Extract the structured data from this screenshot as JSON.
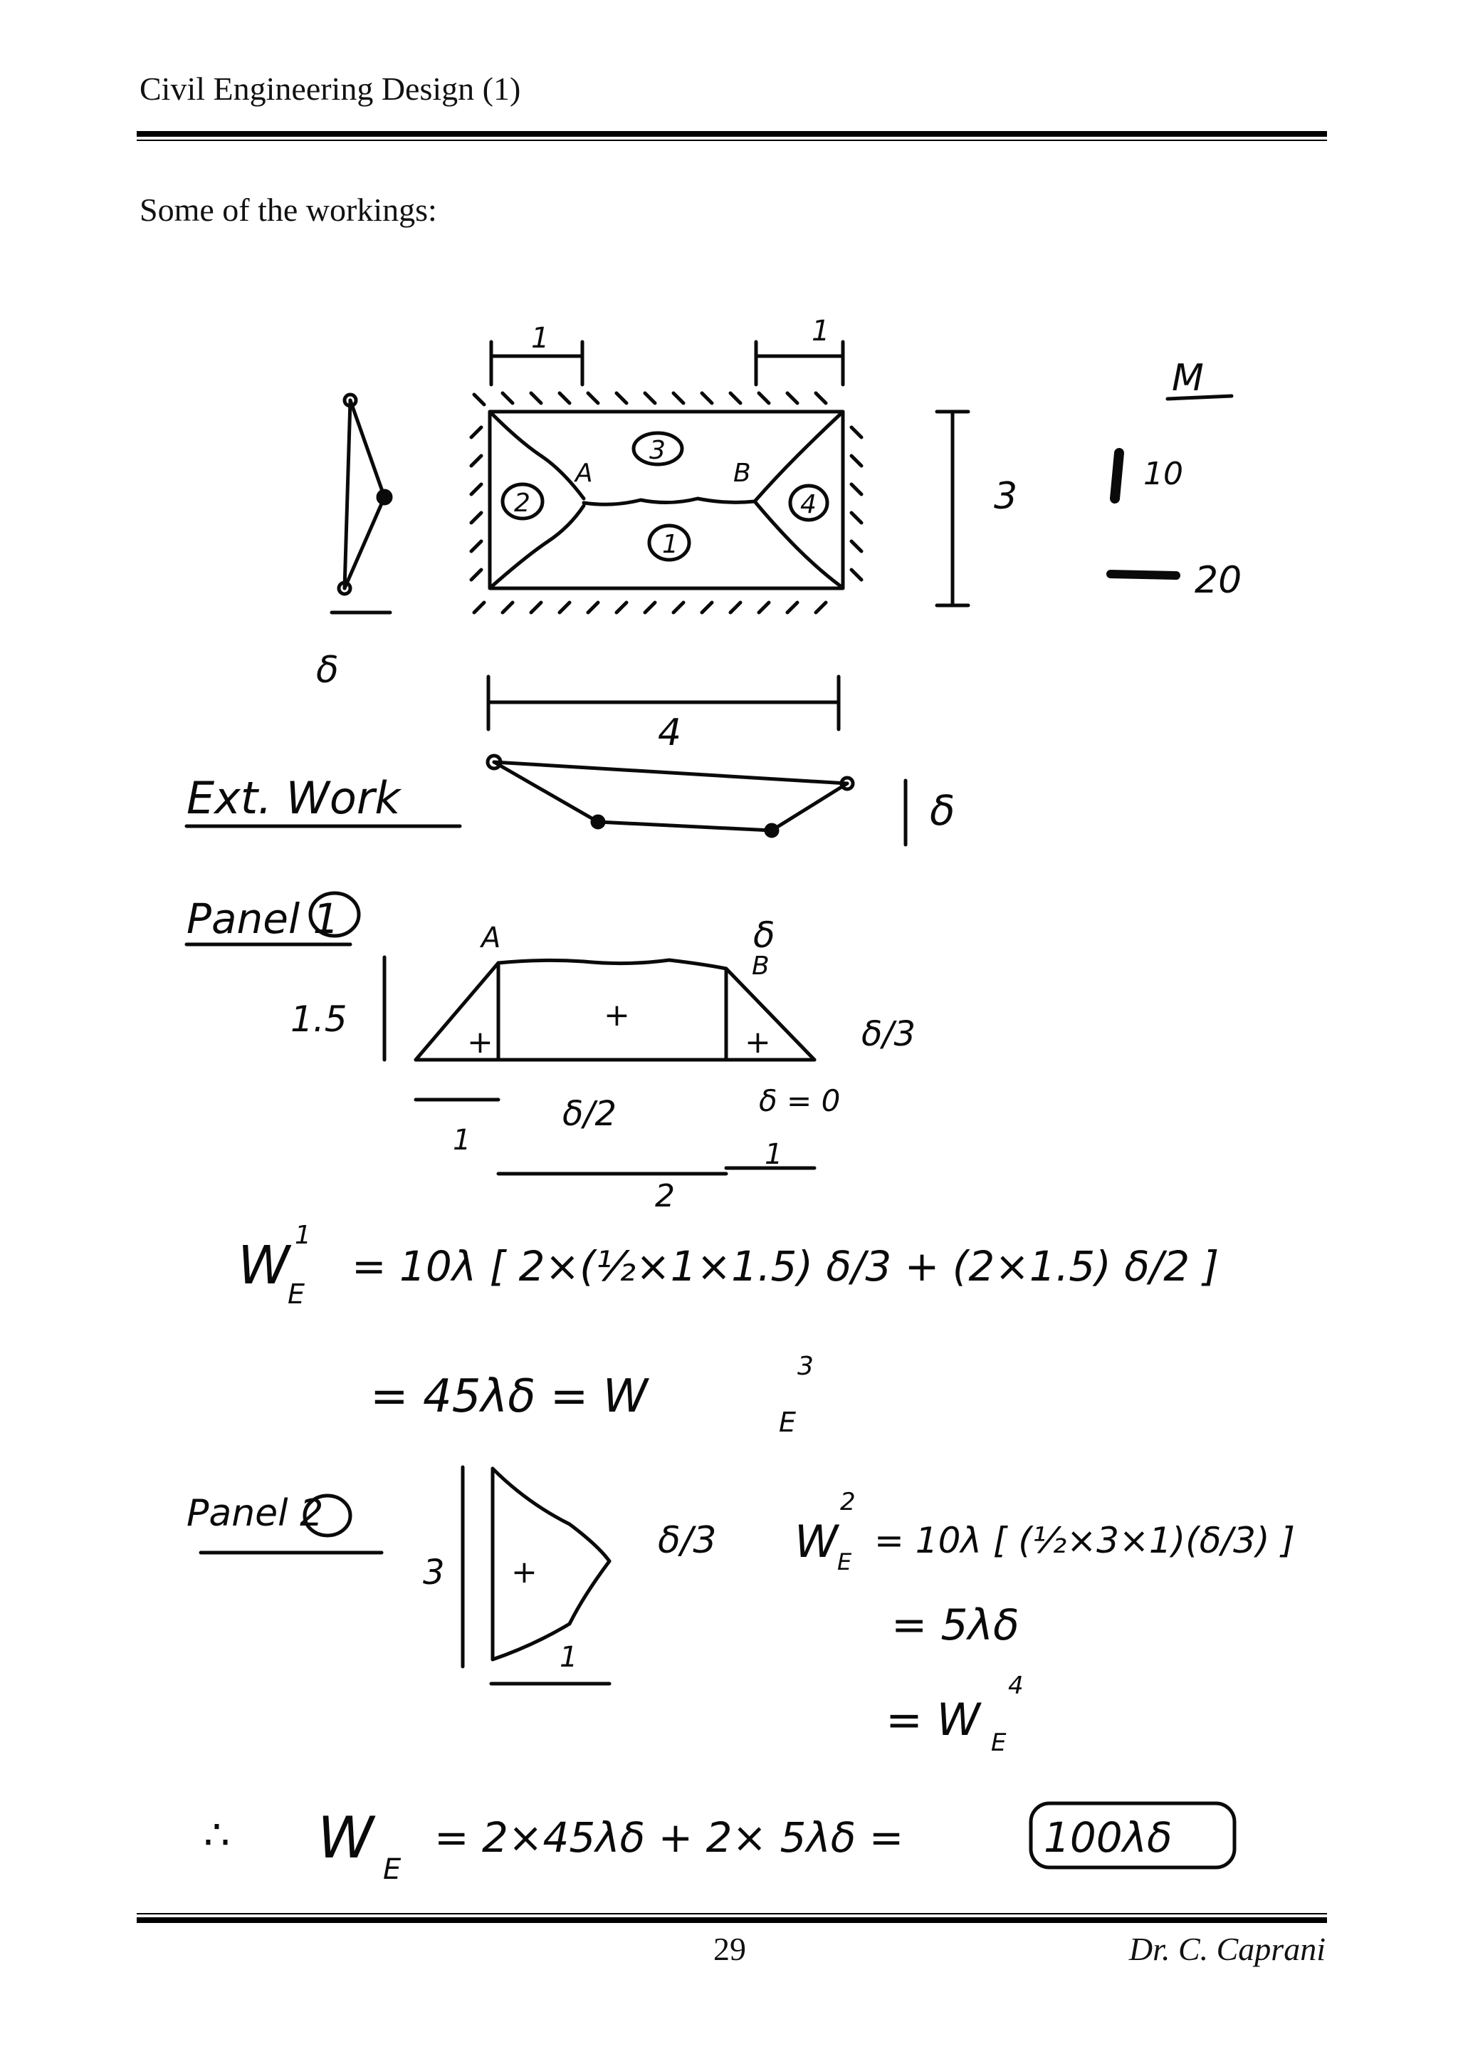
{
  "header": {
    "title": "Civil Engineering Design (1)"
  },
  "intro": "Some of the workings:",
  "footer": {
    "page_number": "29",
    "author": "Dr. C. Caprani"
  },
  "sketch": {
    "plan": {
      "top_dim_left": "1",
      "top_dim_right": "1",
      "height_dim": "3",
      "width_dim": "4",
      "node_a": "A",
      "node_b": "B",
      "panels": [
        "1",
        "2",
        "3",
        "4"
      ],
      "delta_label": "δ"
    },
    "legend": {
      "title": "M",
      "thick": "10",
      "thin": "20"
    },
    "ext_work": {
      "heading": "Ext. Work",
      "delta": "δ"
    },
    "panel1": {
      "heading": "Panel 1",
      "panel_num": "1",
      "node_a": "A",
      "node_b": "B",
      "delta_top": "δ",
      "height": "1.5",
      "delta_third": "δ/3",
      "delta_half": "δ/2",
      "delta_zero": "δ = 0",
      "dim_left": "1",
      "dim_mid": "2",
      "dim_right": "1",
      "plus": "+"
    },
    "eq1": {
      "lhs": "W",
      "sub": "E",
      "sup": "1",
      "rhs": "= 10λ [ 2×(½×1×1.5) δ/3 + (2×1.5) δ/2 ]",
      "line2": "= 45λδ = W",
      "line2_sub": "E",
      "line2_sup": "3"
    },
    "panel2": {
      "heading": "Panel 2",
      "panel_num": "2",
      "height": "3",
      "width": "1",
      "delta_third": "δ/3",
      "plus": "+"
    },
    "eq2": {
      "lhs": "W",
      "sub": "E",
      "sup": "2",
      "rhs": "= 10λ [ (½×3×1)(δ/3) ]",
      "line2": "= 5λδ",
      "line3": "= W",
      "line3_sub": "E",
      "line3_sup": "4"
    },
    "final": {
      "therefore": "∴",
      "lhs": "W",
      "sub": "E",
      "rhs": "= 2×45λδ + 2× 5λδ =",
      "boxed": "100λδ"
    }
  }
}
